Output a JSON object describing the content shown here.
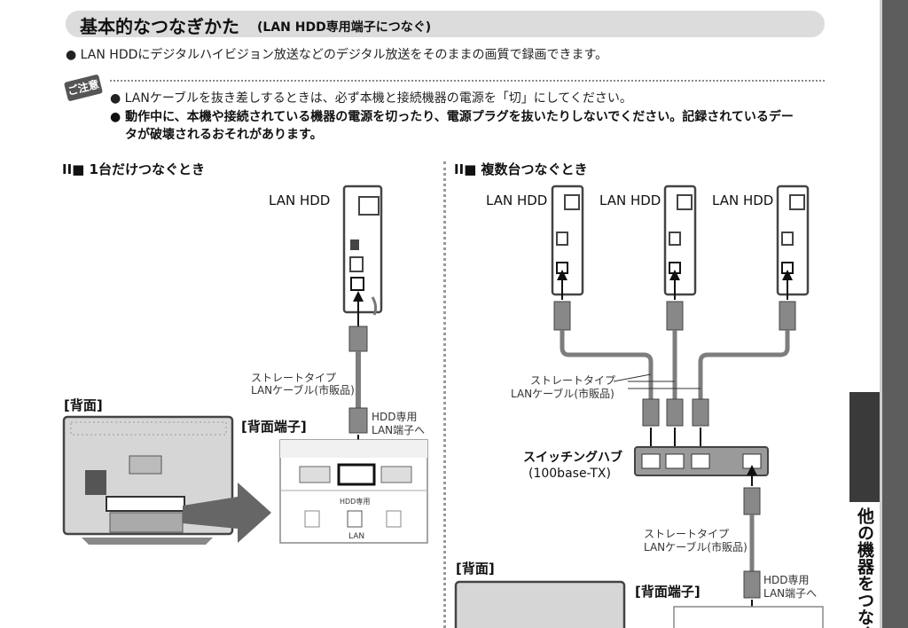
{
  "heading": {
    "title": "基本的なつなぎかた",
    "subtitle": "(LAN HDD専用端子につなぐ)"
  },
  "intro": "● LAN HDDにデジタルハイビジョン放送などのデジタル放送をそのままの画質で録画できます。",
  "caution": {
    "badge": "ご注意",
    "line1": "● LANケーブルを抜き差しするときは、必ず本機と接続機器の電源を「切」にしてください。",
    "line2": "● 動作中に、本機や接続されている機器の電源を切ったり、電源プラグを抜いたりしないでください。記録されているデー",
    "line3": "タが破壊されるおそれがあります。"
  },
  "section_single": {
    "heading": "II■ 1台だけつなぐとき",
    "lan_hdd": "LAN HDD",
    "cable_line1": "ストレートタイプ",
    "cable_line2": "LANケーブル(市販品)",
    "rear_label": "[背面]",
    "terminal_label": "[背面端子]",
    "hdd_port_line1": "HDD専用",
    "hdd_port_line2": "LAN端子へ",
    "panel_hdd": "HDD専用",
    "panel_lan": "LAN"
  },
  "section_multi": {
    "heading": "II■ 複数台つなぐとき",
    "lan_hdd": [
      "LAN HDD",
      "LAN HDD",
      "LAN HDD"
    ],
    "cable_line1": "ストレートタイプ",
    "cable_line2": "LANケーブル(市販品)",
    "hub_line1": "スイッチングハブ",
    "hub_line2": "(100base-TX)",
    "cable2_line1": "ストレートタイプ",
    "cable2_line2": "LANケーブル(市販品)",
    "hdd_port_line1": "HDD専用",
    "hdd_port_line2": "LAN端子へ",
    "rear_label": "[背面]",
    "terminal_label": "[背面端子]"
  },
  "side_tab": "他の機器をつなぐ",
  "colors": {
    "title_bar": "#dcdcdc",
    "side_tab": "#3a3a3a",
    "cable": "#7d7d7d",
    "device": "#555555"
  }
}
